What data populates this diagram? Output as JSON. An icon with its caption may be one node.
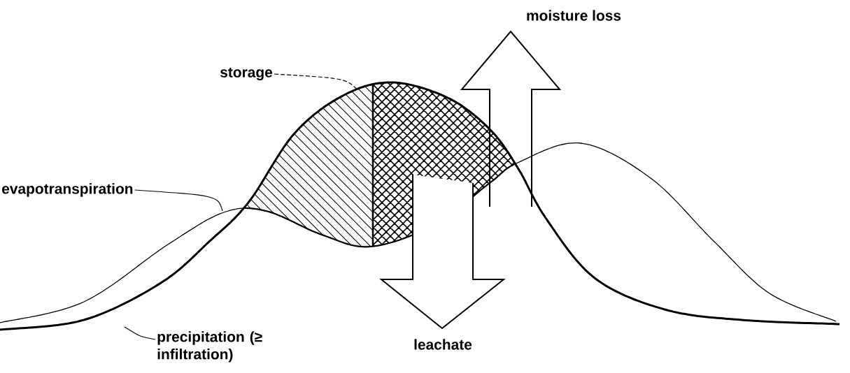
{
  "diagram": {
    "nodes": [
      {
        "text": [
          "storage"
        ]
      },
      {
        "text": [
          "evapotranspiration"
        ]
      },
      {
        "text": [
          "precipitation (≥ infiltration)"
        ]
      }
    ],
    "edges": [
      {
        "from": 0,
        "to": null,
        "arrow": "none",
        "style": "dashed"
      },
      {
        "from": 1,
        "to": null,
        "arrow": "none"
      },
      {
        "from": 2,
        "to": null,
        "arrow": "none"
      }
    ],
    "labels": [
      "moisture loss",
      "leachate"
    ]
  }
}
